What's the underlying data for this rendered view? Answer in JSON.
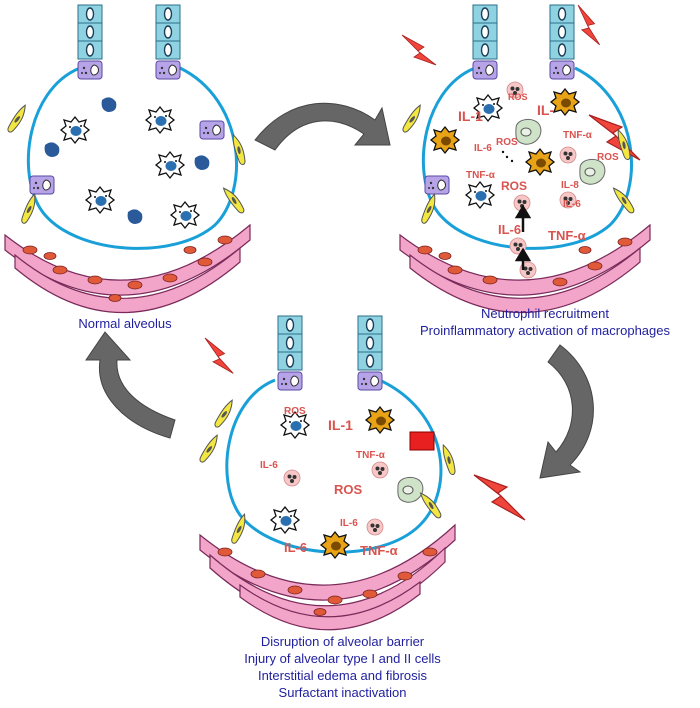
{
  "panels": {
    "normal": {
      "captions": [
        "Normal alveolus"
      ]
    },
    "inflammation": {
      "captions": [
        "Neutrophil  recruitment",
        "Proinflammatory activation of macrophages"
      ],
      "labels": {
        "il1": "IL-1",
        "ros_top": "ROS",
        "il6_small": "IL-6",
        "ros_mid": "ROS",
        "tnf_right": "TNF-α",
        "ros_right": "ROS",
        "tnf_left": "TNF-α",
        "ros_big": "ROS",
        "il8": "IL-8",
        "il6_right": "IL-6",
        "il6_big": "IL-6",
        "tnf_big": "TNF-α"
      }
    },
    "injury": {
      "captions": [
        "Disruption of alveolar barrier",
        "Injury of alveolar type I and II cells",
        "Interstitial edema and fibrosis",
        "Surfactant inactivation"
      ],
      "labels": {
        "ros_top": "ROS",
        "il1": "IL-1",
        "tnf": "TNF-α",
        "il6_left": "IL-6",
        "ros_center": "ROS",
        "il6_small": "IL-6",
        "il6_big": "IL-6",
        "tnf_big": "TNF-α"
      }
    }
  },
  "colors": {
    "membrane": "#1aa0d8",
    "epithelium": "#8fd3e3",
    "capillary": "#f2a5c8",
    "rbc": "#e05a3a",
    "macrophage": "#2a6fb0",
    "activated_macrophage": "#e8a317",
    "neutrophil": "#f7c7c7",
    "lightning": "#f0453a",
    "arrow": "#666666",
    "label": "#d9534f",
    "caption": "#1f1f9e"
  }
}
